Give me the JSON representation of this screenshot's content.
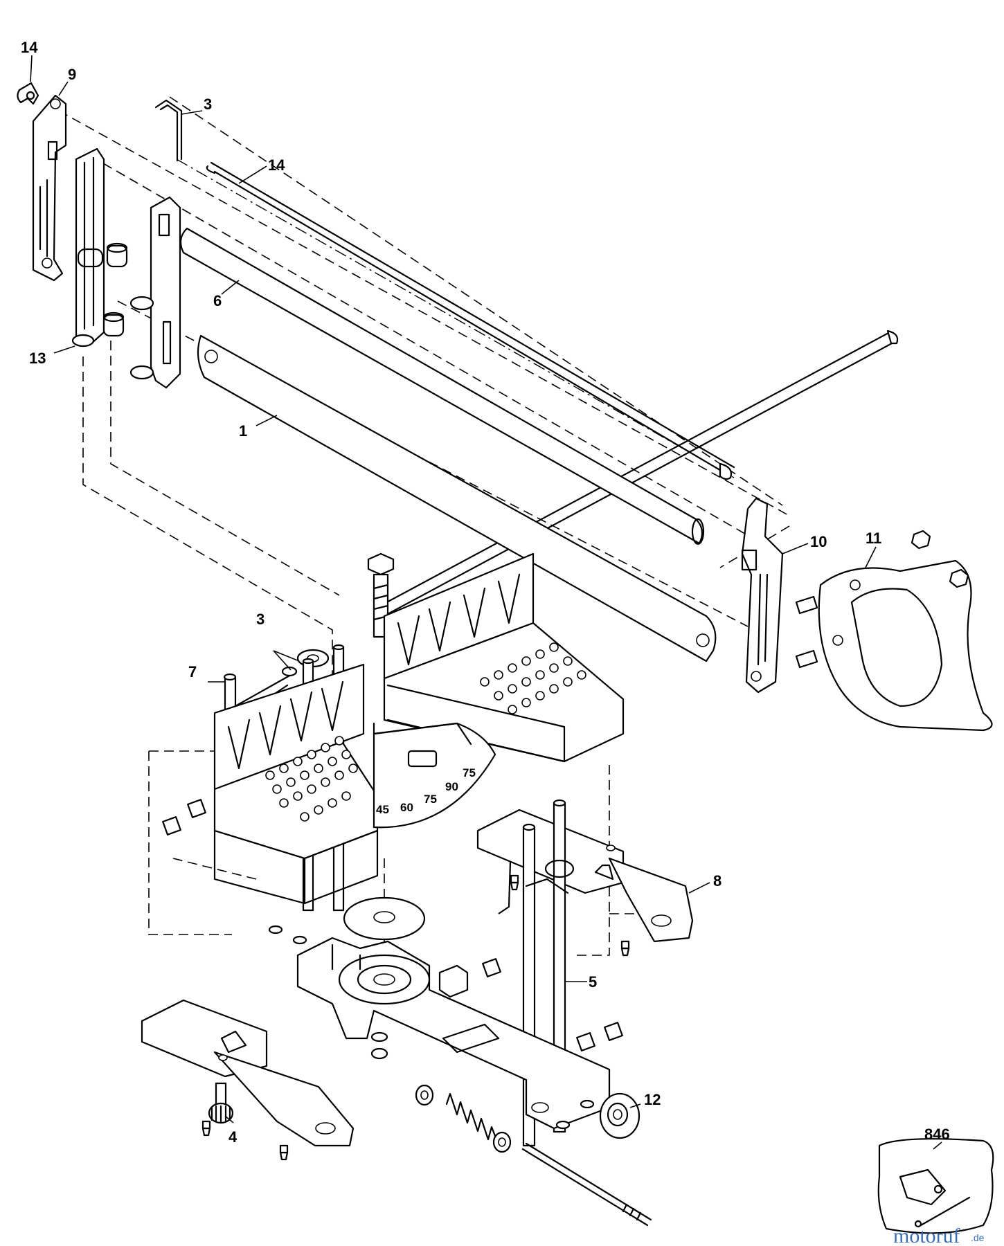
{
  "diagram": {
    "callouts": [
      {
        "id": "c14a",
        "label": "14"
      },
      {
        "id": "c9",
        "label": "9"
      },
      {
        "id": "c3a",
        "label": "3"
      },
      {
        "id": "c14b",
        "label": "14"
      },
      {
        "id": "c6",
        "label": "6"
      },
      {
        "id": "c13",
        "label": "13"
      },
      {
        "id": "c1",
        "label": "1"
      },
      {
        "id": "c10",
        "label": "10"
      },
      {
        "id": "c11",
        "label": "11"
      },
      {
        "id": "c3b",
        "label": "3"
      },
      {
        "id": "c7",
        "label": "7"
      },
      {
        "id": "c8",
        "label": "8"
      },
      {
        "id": "c5",
        "label": "5"
      },
      {
        "id": "c12",
        "label": "12"
      },
      {
        "id": "c4",
        "label": "4"
      },
      {
        "id": "c846",
        "label": "846"
      }
    ],
    "miter_scale": [
      "45",
      "60",
      "75",
      "90",
      "75"
    ],
    "watermark": {
      "text": "motoruf",
      "suffix": ".de",
      "colors": [
        "#2f5fa8",
        "#c8382c",
        "#e5a51c",
        "#3c9a3c"
      ]
    }
  }
}
